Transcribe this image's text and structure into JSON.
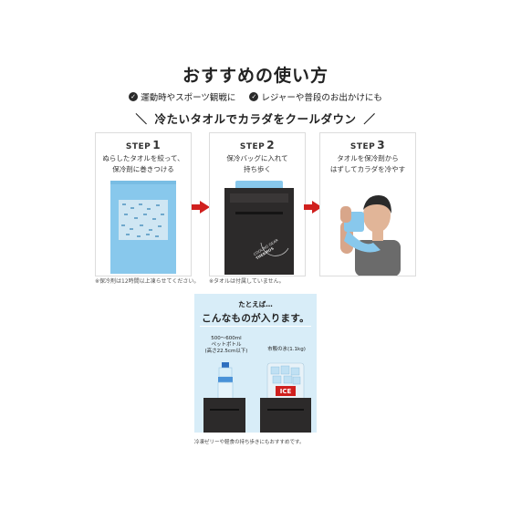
{
  "title": "おすすめの使い方",
  "uses": [
    "運動時やスポーツ観戦に",
    "レジャーや普段のお出かけにも"
  ],
  "banner": {
    "left_slash": "＼",
    "text": "冷たいタオルでカラダをクールダウン",
    "right_slash": "／"
  },
  "steps": [
    {
      "label": "STEP",
      "num": "1",
      "line1": "ぬらしたタオルを絞って、",
      "line2": "保冷剤に巻きつける",
      "note": "※保冷剤は12時間以上凍らせてください。"
    },
    {
      "label": "STEP",
      "num": "2",
      "line1": "保冷バッグに入れて",
      "line2": "持ち歩く",
      "note": "※タオルは付属していません。",
      "bag_text": "COOLING GEAR",
      "brand": "THERMOS"
    },
    {
      "label": "STEP",
      "num": "3",
      "line1": "タオルを保冷剤から",
      "line2": "はずしてカラダを冷やす",
      "note": ""
    }
  ],
  "example": {
    "small": "たとえば…",
    "big": "こんなものが入ります。",
    "bottle_line1": "500～600ml",
    "bottle_line2": "ペットボトル",
    "bottle_line3": "(高さ22.5cm以下)",
    "ice_label": "市販の氷(1.1kg)",
    "ice_text": "ICE"
  },
  "footnote": "冷凍ゼリーや軽食の持ち歩きにもおすすめです。",
  "colors": {
    "accent_red": "#d0201e",
    "pack_blue": "#88c8ec",
    "box_bg": "#d8edf8",
    "bag_dark": "#2c2a2a"
  }
}
